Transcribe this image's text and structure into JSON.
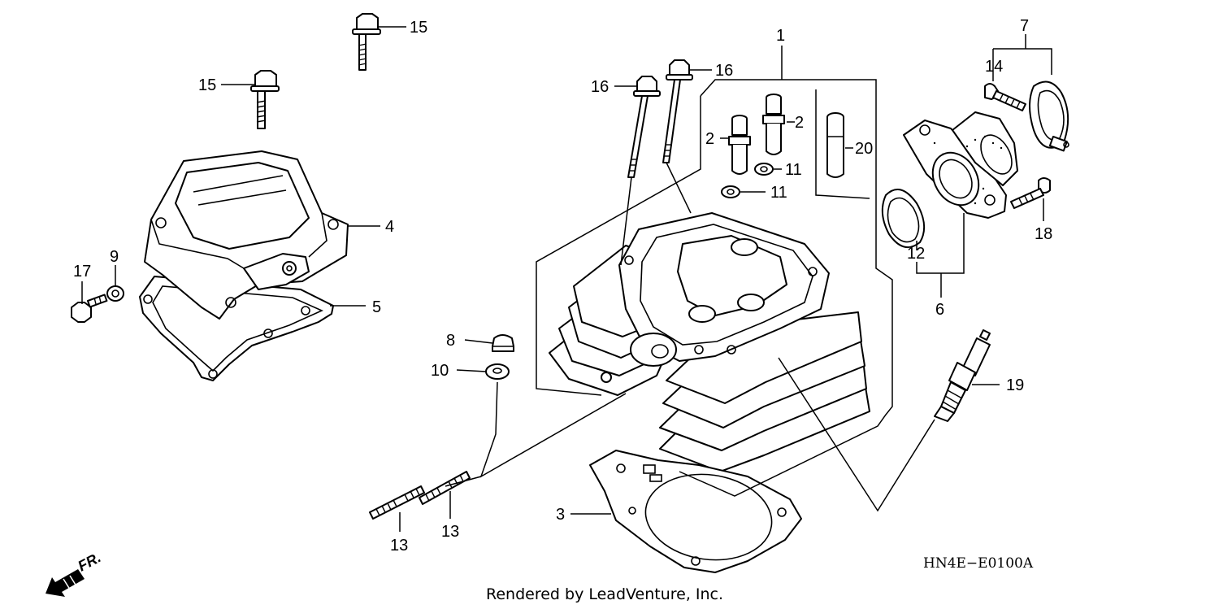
{
  "diagram": {
    "callouts": [
      {
        "id": "1",
        "label": "1"
      },
      {
        "id": "2a",
        "label": "2"
      },
      {
        "id": "2b",
        "label": "2"
      },
      {
        "id": "3",
        "label": "3"
      },
      {
        "id": "4",
        "label": "4"
      },
      {
        "id": "5",
        "label": "5"
      },
      {
        "id": "6",
        "label": "6"
      },
      {
        "id": "7",
        "label": "7"
      },
      {
        "id": "8",
        "label": "8"
      },
      {
        "id": "9",
        "label": "9"
      },
      {
        "id": "10",
        "label": "10"
      },
      {
        "id": "11a",
        "label": "11"
      },
      {
        "id": "11b",
        "label": "11"
      },
      {
        "id": "12",
        "label": "12"
      },
      {
        "id": "13a",
        "label": "13"
      },
      {
        "id": "13b",
        "label": "13"
      },
      {
        "id": "14",
        "label": "14"
      },
      {
        "id": "15a",
        "label": "15"
      },
      {
        "id": "15b",
        "label": "15"
      },
      {
        "id": "16a",
        "label": "16"
      },
      {
        "id": "16b",
        "label": "16"
      },
      {
        "id": "17",
        "label": "17"
      },
      {
        "id": "18",
        "label": "18"
      },
      {
        "id": "19",
        "label": "19"
      },
      {
        "id": "20",
        "label": "20"
      }
    ],
    "diagram_code": "HN4E−E0100A",
    "front_marker": "FR.",
    "credit": "Rendered by LeadVenture, Inc."
  }
}
